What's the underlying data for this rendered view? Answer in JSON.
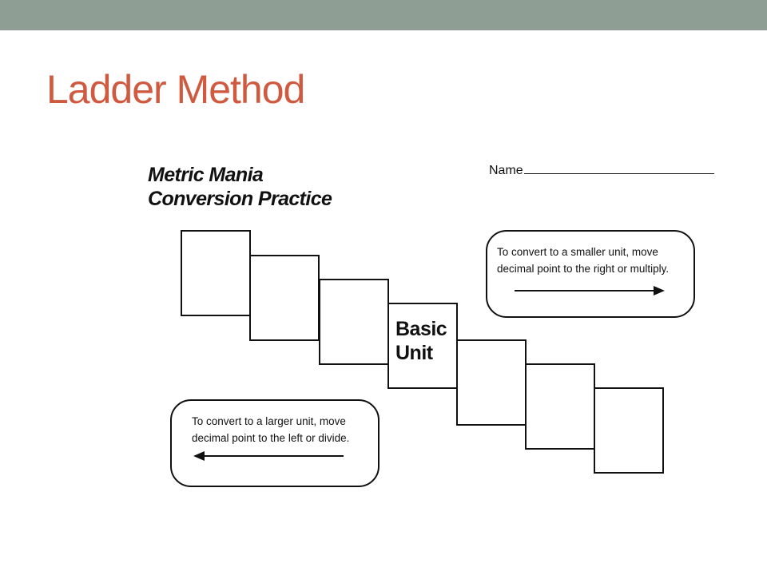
{
  "slide": {
    "title": "Ladder Method",
    "colors": {
      "title": "#cf5a3f",
      "top_bar": "#8e9e94"
    }
  },
  "worksheet": {
    "title_line1": "Metric Mania",
    "title_line2": "Conversion Practice",
    "name_label": "Name",
    "basic_unit_line1": "Basic",
    "basic_unit_line2": "Unit",
    "smaller_note": {
      "line1": "To convert to a smaller unit, move",
      "line2": "decimal  point to the right or multiply."
    },
    "larger_note": {
      "line1": "To convert to a larger unit, move",
      "line2": "decimal  point to the left or divide."
    }
  }
}
